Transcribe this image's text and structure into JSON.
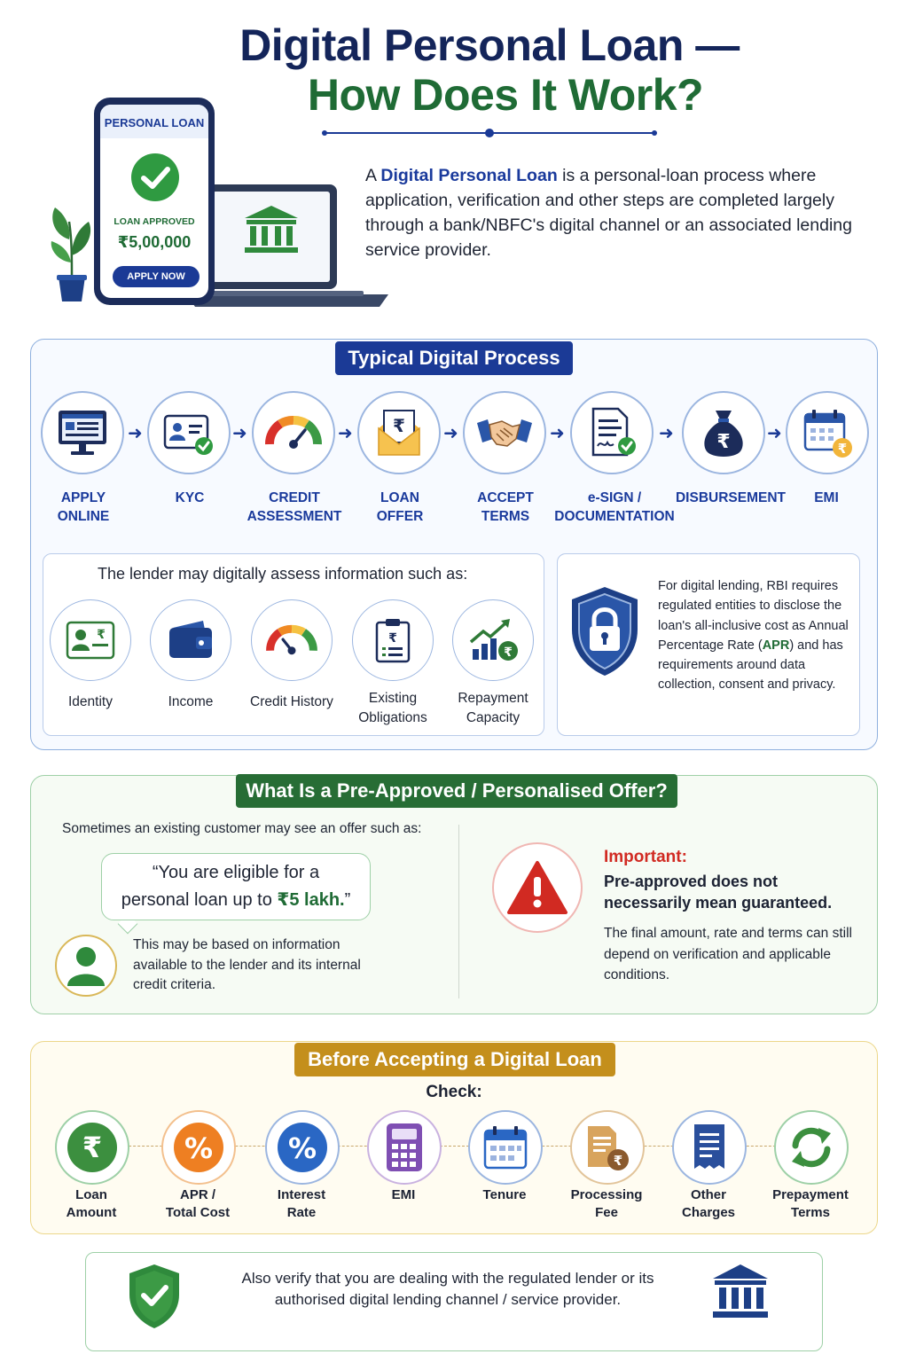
{
  "header": {
    "title_line1": "Digital Personal Loan —",
    "title_line2": "How Does It Work?"
  },
  "phone": {
    "title": "PERSONAL LOAN",
    "status": "LOAN APPROVED",
    "amount": "₹5,00,000",
    "button": "APPLY NOW"
  },
  "intro": {
    "prefix": "A ",
    "highlight": "Digital Personal Loan",
    "rest": " is a personal-loan process where application, verification and other steps are completed largely through a bank/NBFC's digital channel or an associated lending service provider."
  },
  "process": {
    "title": "Typical Digital Process",
    "steps": [
      {
        "line1": "APPLY",
        "line2": "ONLINE",
        "icon": "monitor-icon"
      },
      {
        "line1": "KYC",
        "line2": "",
        "icon": "id-card-icon"
      },
      {
        "line1": "CREDIT",
        "line2": "ASSESSMENT",
        "icon": "gauge-icon"
      },
      {
        "line1": "LOAN",
        "line2": "OFFER",
        "icon": "envelope-rupee-icon"
      },
      {
        "line1": "ACCEPT",
        "line2": "TERMS",
        "icon": "handshake-icon"
      },
      {
        "line1": "e-SIGN /",
        "line2": "DOCUMENTATION",
        "icon": "document-sign-icon"
      },
      {
        "line1": "DISBURSEMENT",
        "line2": "",
        "icon": "money-bag-icon"
      },
      {
        "line1": "EMI",
        "line2": "",
        "icon": "calendar-rupee-icon"
      }
    ],
    "assess_title": "The lender may digitally assess information such as:",
    "assess_items": [
      {
        "line1": "Identity",
        "line2": "",
        "icon": "id-card-icon"
      },
      {
        "line1": "Income",
        "line2": "",
        "icon": "wallet-icon"
      },
      {
        "line1": "Credit History",
        "line2": "",
        "icon": "gauge-icon"
      },
      {
        "line1": "Existing",
        "line2": "Obligations",
        "icon": "clipboard-icon"
      },
      {
        "line1": "Repayment",
        "line2": "Capacity",
        "icon": "growth-chart-icon"
      }
    ],
    "rbi_prefix": "For digital lending, RBI requires regulated entities to disclose the loan's all-inclusive cost as Annual Percentage Rate (",
    "rbi_apr": "APR",
    "rbi_suffix": ") and has requirements around data collection, consent and privacy."
  },
  "preapproved": {
    "title": "What Is a Pre-Approved / Personalised Offer?",
    "intro": "Sometimes an existing customer may see an offer such as:",
    "quote_line1": "“You are eligible for a",
    "quote_line2_prefix": "personal loan up to ",
    "quote_amount": "₹5 lakh.",
    "quote_close": "”",
    "note": "This may be based on information available to the lender and its internal credit criteria.",
    "important_label": "Important:",
    "important_head": "Pre-approved does not necessarily mean guaranteed.",
    "important_text": "The final amount, rate and terms can still depend on verification and applicable conditions."
  },
  "before": {
    "title": "Before Accepting a Digital Loan",
    "check_label": "Check:",
    "items": [
      {
        "line1": "Loan",
        "line2": "Amount",
        "icon": "rupee-icon",
        "color": "#3c8f3f"
      },
      {
        "line1": "APR /",
        "line2": "Total Cost",
        "icon": "percent-icon",
        "color": "#ee7f22"
      },
      {
        "line1": "Interest",
        "line2": "Rate",
        "icon": "percent-icon",
        "color": "#2a67c4"
      },
      {
        "line1": "EMI",
        "line2": "",
        "icon": "calculator-icon",
        "color": "#7f4fb3"
      },
      {
        "line1": "Tenure",
        "line2": "",
        "icon": "calendar-icon",
        "color": "#2a67c4"
      },
      {
        "line1": "Processing",
        "line2": "Fee",
        "icon": "fee-document-icon",
        "color": "#b07a3a"
      },
      {
        "line1": "Other",
        "line2": "Charges",
        "icon": "receipt-icon",
        "color": "#2a4f9c"
      },
      {
        "line1": "Prepayment",
        "line2": "Terms",
        "icon": "refresh-icon",
        "color": "#3c8f3f"
      }
    ]
  },
  "footer": {
    "text": "Also verify that you are dealing with the regulated lender or its authorised digital lending channel / service provider."
  },
  "colors": {
    "navy": "#14255a",
    "green": "#1f6b35",
    "blue": "#1b3a96",
    "gold": "#c48f1c",
    "red": "#d12a22"
  }
}
